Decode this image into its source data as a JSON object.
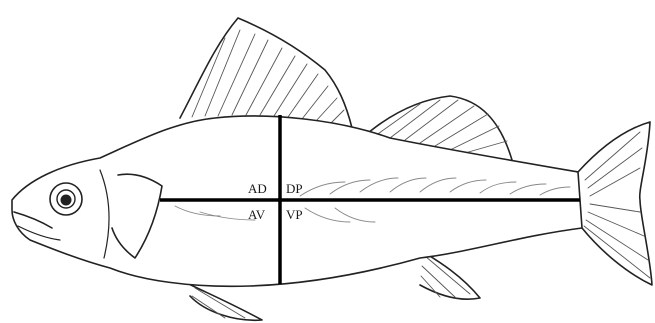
{
  "quadrants": {
    "anterior_dorsal": "AD",
    "dorsal_posterior": "DP",
    "anterior_ventral": "AV",
    "ventral_posterior": "VP"
  }
}
